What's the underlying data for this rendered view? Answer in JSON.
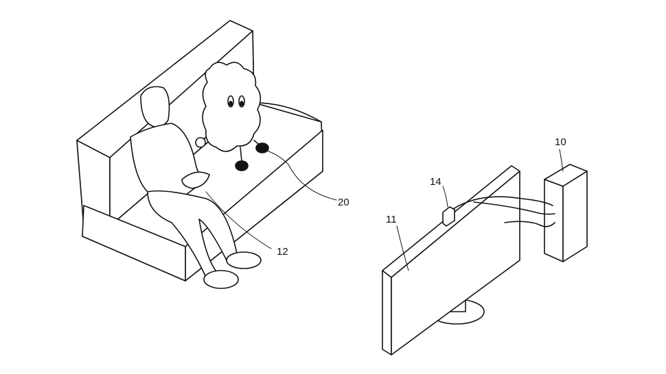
{
  "labels": {
    "game_device": "10",
    "display": "11",
    "controller": "12",
    "camera": "14",
    "robot": "20"
  }
}
